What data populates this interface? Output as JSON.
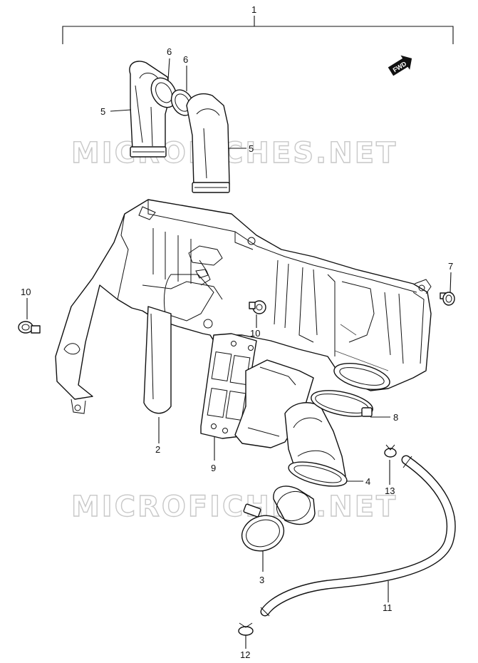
{
  "watermark": "MICROFICHES.NET",
  "fwd_badge": "FWD",
  "callouts": {
    "c1": "1",
    "c2": "2",
    "c3": "3",
    "c4": "4",
    "c5a": "5",
    "c5b": "5",
    "c6a": "6",
    "c6b": "6",
    "c7": "7",
    "c8": "8",
    "c9": "9",
    "c10a": "10",
    "c10b": "10",
    "c11": "11",
    "c12": "12",
    "c13": "13"
  }
}
